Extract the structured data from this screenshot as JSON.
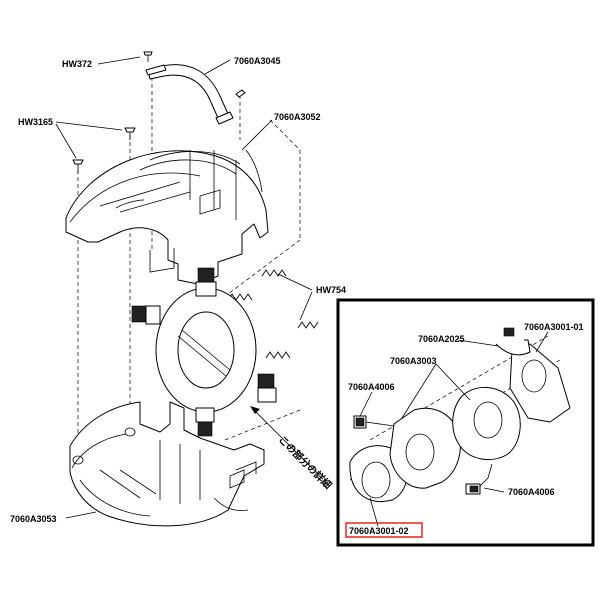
{
  "labels": {
    "hw372": "HW372",
    "p3045": "7060A3045",
    "hw3165": "HW3165",
    "p3052": "7060A3052",
    "hw754": "HW754",
    "p3053": "7060A3053",
    "p2025": "7060A2025",
    "p3001_01": "7060A3001-01",
    "p3003": "7060A3003",
    "p4006_left": "7060A4006",
    "p4006_right": "7060A4006",
    "p3001_02": "7060A3001-02",
    "detail_note": "この部分の詳細"
  },
  "colors": {
    "highlight_box": "#e0281e",
    "ink": "#000000"
  }
}
